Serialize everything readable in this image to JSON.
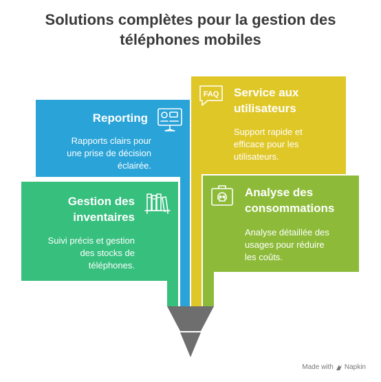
{
  "title_line1": "Solutions complètes pour la gestion des",
  "title_line2": "téléphones mobiles",
  "colors": {
    "blue": "#29A3D8",
    "yellow": "#E0C728",
    "green": "#37BF7E",
    "olive": "#8DBB39",
    "funnel": "#6E6E6E"
  },
  "cards": {
    "reporting": {
      "title": "Reporting",
      "desc": [
        "Rapports clairs pour",
        "une prise de décision",
        "éclairée."
      ],
      "icon": "monitor-chart-icon"
    },
    "service": {
      "title": [
        "Service aux",
        "utilisateurs"
      ],
      "desc": [
        "Support rapide et",
        "efficace pour les",
        "utilisateurs."
      ],
      "icon": "faq-icon"
    },
    "inventaires": {
      "title": [
        "Gestion des",
        "inventaires"
      ],
      "desc": [
        "Suivi précis et gestion",
        "des stocks de",
        "téléphones."
      ],
      "icon": "bookshelf-icon"
    },
    "consommations": {
      "title": [
        "Analyse des",
        "consommations"
      ],
      "desc": [
        "Analyse détaillée des",
        "usages pour réduire",
        "les coûts."
      ],
      "icon": "skull-briefcase-icon"
    }
  },
  "footer": {
    "made_with": "Made with",
    "brand": "Napkin"
  }
}
